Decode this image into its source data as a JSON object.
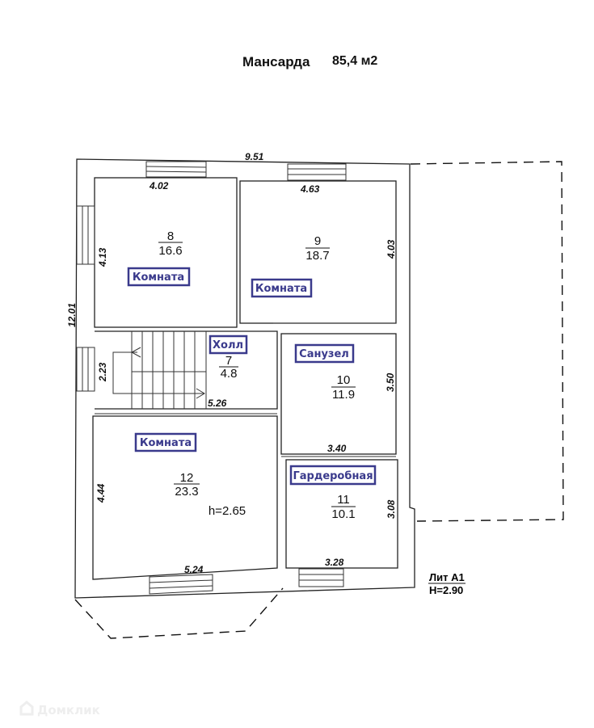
{
  "header": {
    "title": "Мансарда",
    "area": "85,4 м2"
  },
  "dimensions": {
    "total_width": "9.51",
    "total_length": "12.01",
    "room8_width": "4.02",
    "room8_length": "4.13",
    "room9_width": "4.63",
    "room9_length": "4.03",
    "stair_length": "2.23",
    "hall_width": "5.26",
    "room10_length": "3.50",
    "room10_width": "3.40",
    "room12_length": "4.44",
    "room12_width": "5.24",
    "room11_width": "3.28",
    "room11_length": "3.08"
  },
  "rooms": [
    {
      "number": "8",
      "area": "16.6",
      "label": "Комната"
    },
    {
      "number": "9",
      "area": "18.7",
      "label": "Комната"
    },
    {
      "number": "7",
      "area": "4.8",
      "label": "Холл"
    },
    {
      "number": "10",
      "area": "11.9",
      "label": "Санузел"
    },
    {
      "number": "12",
      "area": "23.3",
      "label": "Комната"
    },
    {
      "number": "11",
      "area": "10.1",
      "label": "Гардеробная"
    }
  ],
  "ceiling_height": "h=2.65",
  "legend": {
    "lit": "Лит А1",
    "height": "H=2.90"
  },
  "watermark": "Домклик"
}
